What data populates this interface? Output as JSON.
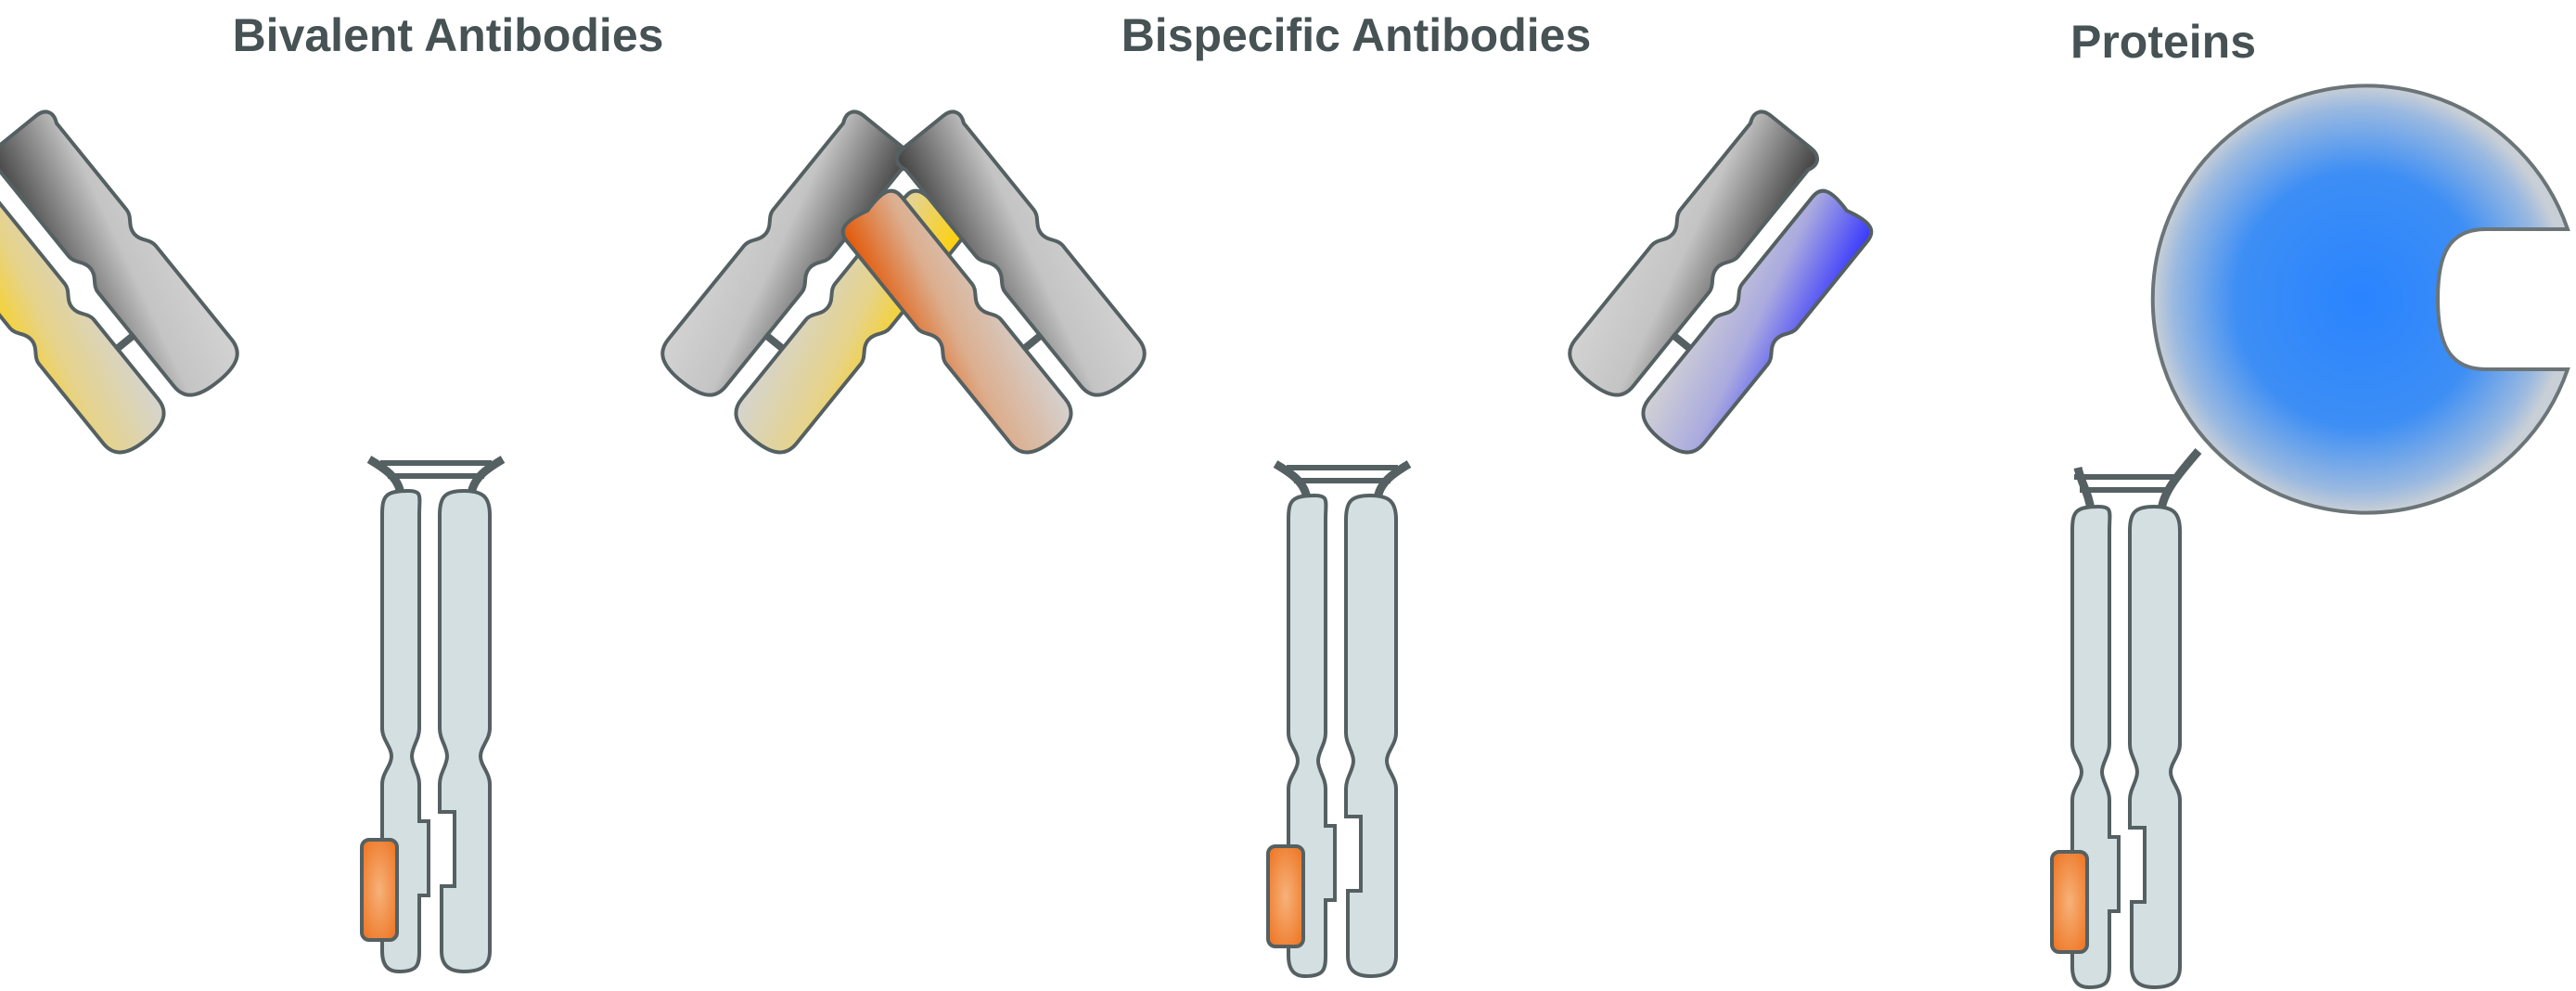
{
  "panels": [
    {
      "id": "bivalent",
      "title": "Bivalent Antibodies"
    },
    {
      "id": "bispecific",
      "title": "Bispecific Antibodies"
    },
    {
      "id": "proteins",
      "title": "Proteins"
    }
  ],
  "colors": {
    "outline": "#556062",
    "fc_fill": "#d3dfe0",
    "heavy_dark": "#4a4a4a",
    "heavy_light": "#cfcfcf",
    "light_neutral": "#d1d1d1",
    "yellow": "#ffd400",
    "orange_red": "#e85a00",
    "blue_violet": "#3a3aff",
    "protein_blue": "#2a84ff",
    "tag_orange": "#f08a3c",
    "title_text": "#465254"
  },
  "icons": [
    "antibody-icon",
    "bispecific-antibody-icon",
    "fc-fusion-protein-icon"
  ]
}
